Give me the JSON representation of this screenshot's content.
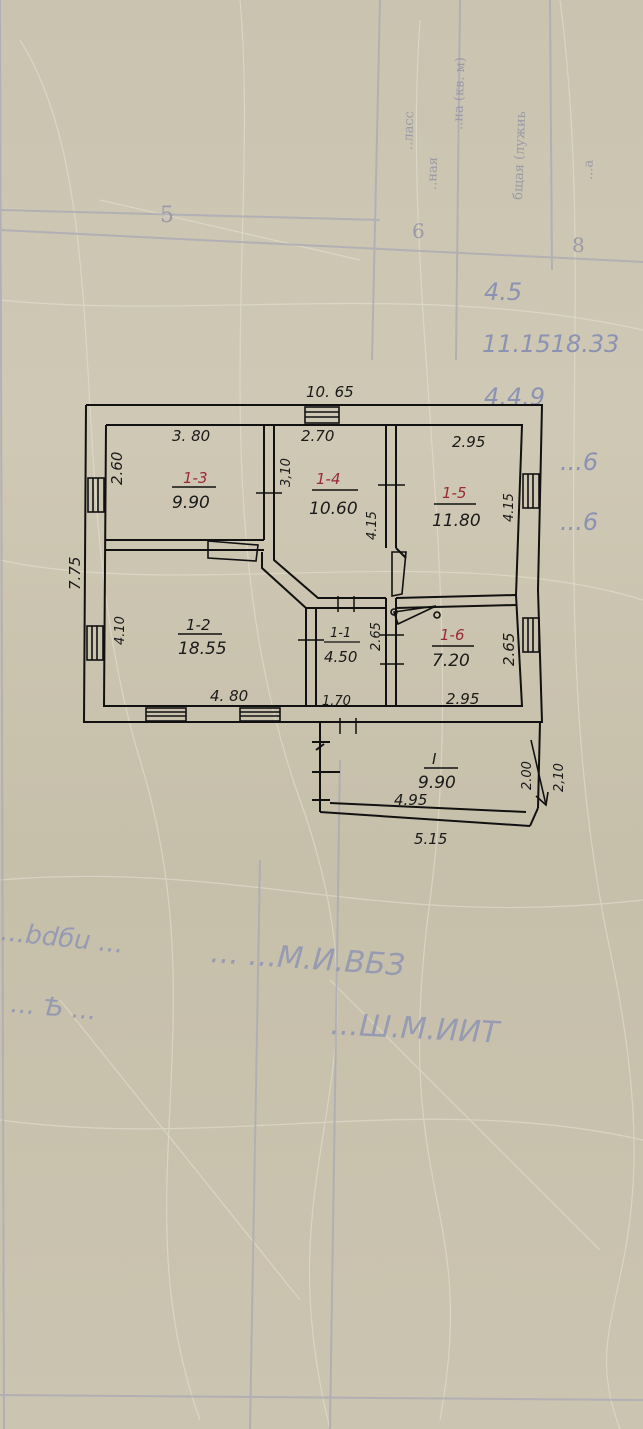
{
  "header": {
    "column_numbers": [
      "5",
      "6",
      "8"
    ],
    "printed_fragments": [
      "..ласс",
      "..ная",
      "..на (кв. м)",
      "бщая (лужиь",
      "...а"
    ],
    "handwritten_notes": [
      "4.5",
      "11.1518.33",
      "4.4.9",
      "...6",
      "...6"
    ]
  },
  "plan": {
    "overall_width": "10. 65",
    "left_height": "7.75",
    "rooms": [
      {
        "code": "1-3",
        "area": "9.90",
        "width": "3. 80",
        "height": "2.60"
      },
      {
        "code": "1-4",
        "area": "10.60",
        "width": "2.70",
        "height": "3,10"
      },
      {
        "code": "1-5",
        "area": "11.80",
        "width": "2.95",
        "height": "4.15"
      },
      {
        "code": "1-2",
        "area": "18.55",
        "width": "4. 80",
        "height": "4.10"
      },
      {
        "code": "1-1",
        "area": "4.50",
        "width": "1.70",
        "height": "2.65"
      },
      {
        "code": "1-6",
        "area": "7.20",
        "width": "2.95",
        "height": "2.65"
      }
    ],
    "inner_dim_415": "4.15",
    "porch": {
      "code": "I",
      "area": "9.90",
      "inner_width": "4.95",
      "outer_width": "5.15",
      "right_inner": "2.00",
      "right_outer": "2,10"
    }
  },
  "stamp_lines": [
    "...bdбu ...",
    "... ...М.И.ВБЗ",
    "... Ѣ ...",
    "...Ш.М.ИИТ"
  ]
}
